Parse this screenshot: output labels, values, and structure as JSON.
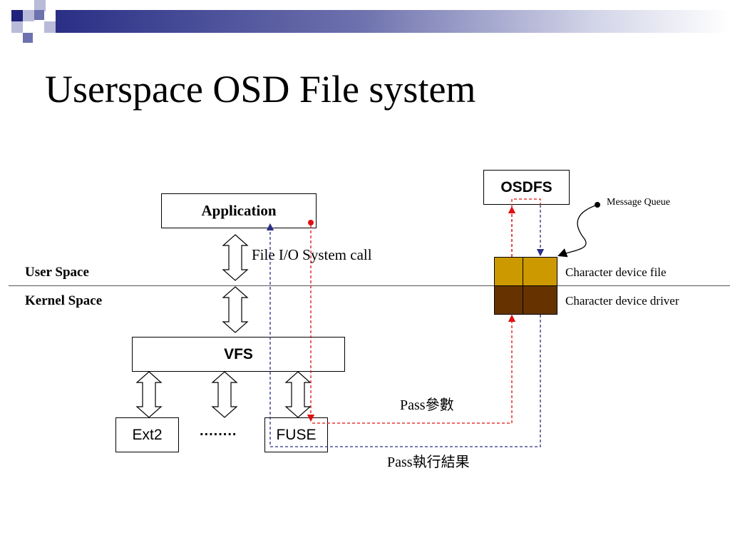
{
  "slide": {
    "title": "Userspace OSD File system",
    "accent_colors": {
      "dark": "#1f237a",
      "mid": "#6d71ad",
      "light": "#b9bbd9"
    }
  },
  "diagram": {
    "application": "Application",
    "vfs": "VFS",
    "ext2": "Ext2",
    "ellipsis": "........",
    "fuse": "FUSE",
    "osdfs": "OSDFS",
    "file_io_label": "File I/O System call",
    "user_space": "User Space",
    "kernel_space": "Kernel Space",
    "message_queue": "Message Queue",
    "char_device_file": "Character device file",
    "char_device_driver": "Character device driver",
    "pass_params": "Pass參數",
    "pass_result": "Pass執行結果",
    "colors": {
      "device_file": "#cc9900",
      "device_driver": "#663300",
      "request_path": "#e01010",
      "return_path": "#2a2f86"
    }
  }
}
